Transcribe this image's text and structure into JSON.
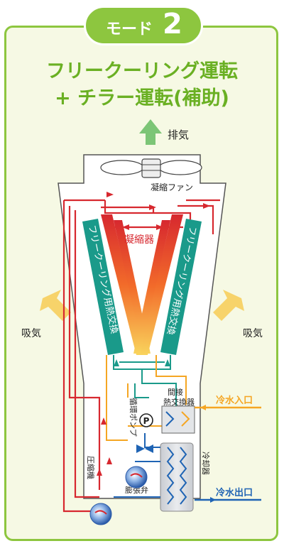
{
  "mode": {
    "prefix": "モード",
    "number": "2"
  },
  "title": {
    "line1": "フリークーリング運転",
    "line2": "+ チラー運転(補助)"
  },
  "labels": {
    "exhaust": "排気",
    "condenser_fan": "凝縮ファン",
    "condenser": "凝縮器",
    "free_cooling_hx": "フリークーリング用熱交換",
    "intake_left": "吸気",
    "intake_right": "吸気",
    "indirect_hx_line1": "間接",
    "indirect_hx_line2": "熱交換器",
    "circulation_pump": "循環ポンプ",
    "pump_symbol": "P",
    "chilled_water_in": "冷水入口",
    "chilled_water_out": "冷水出口",
    "evaporator": "冷却器",
    "compressor": "圧縮機",
    "expansion_valve": "膨張弁"
  },
  "colors": {
    "accent_green": "#8dc63f",
    "title_green": "#6ab023",
    "teal": "#1a9a8a",
    "refrigerant_red": "#d7282f",
    "warm_orange": "#f5a623",
    "chilled_blue": "#1f64b4",
    "intake_yellow": "#f7d36a"
  }
}
